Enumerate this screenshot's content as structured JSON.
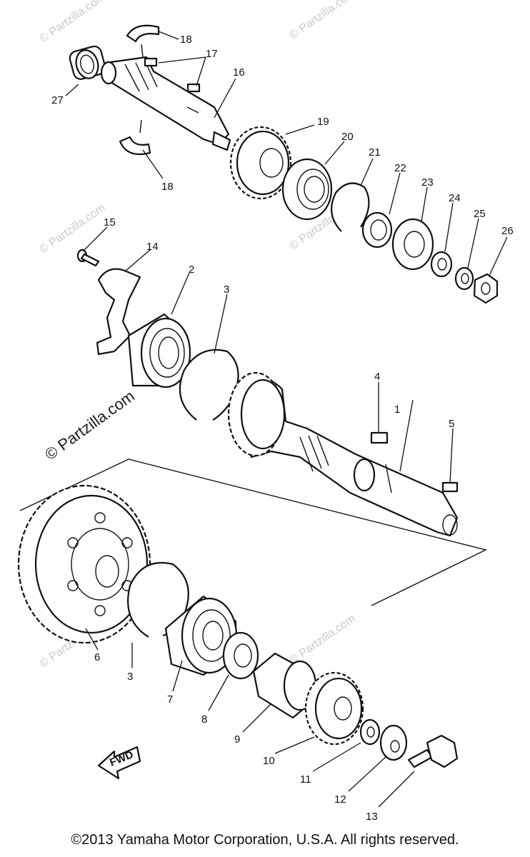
{
  "copyright": "©2013 Yamaha Motor Corporation, U.S.A. All rights reserved.",
  "watermark": "© Partzilla.com",
  "fwd_label": "FWD",
  "callouts": [
    "1",
    "2",
    "3",
    "4",
    "5",
    "6",
    "7",
    "8",
    "9",
    "10",
    "11",
    "12",
    "13",
    "14",
    "15",
    "16",
    "17",
    "18",
    "19",
    "20",
    "21",
    "22",
    "23",
    "24",
    "25",
    "26",
    "27"
  ],
  "colors": {
    "line": "#111111",
    "watermark": "#c9c9c9",
    "background": "#ffffff"
  }
}
